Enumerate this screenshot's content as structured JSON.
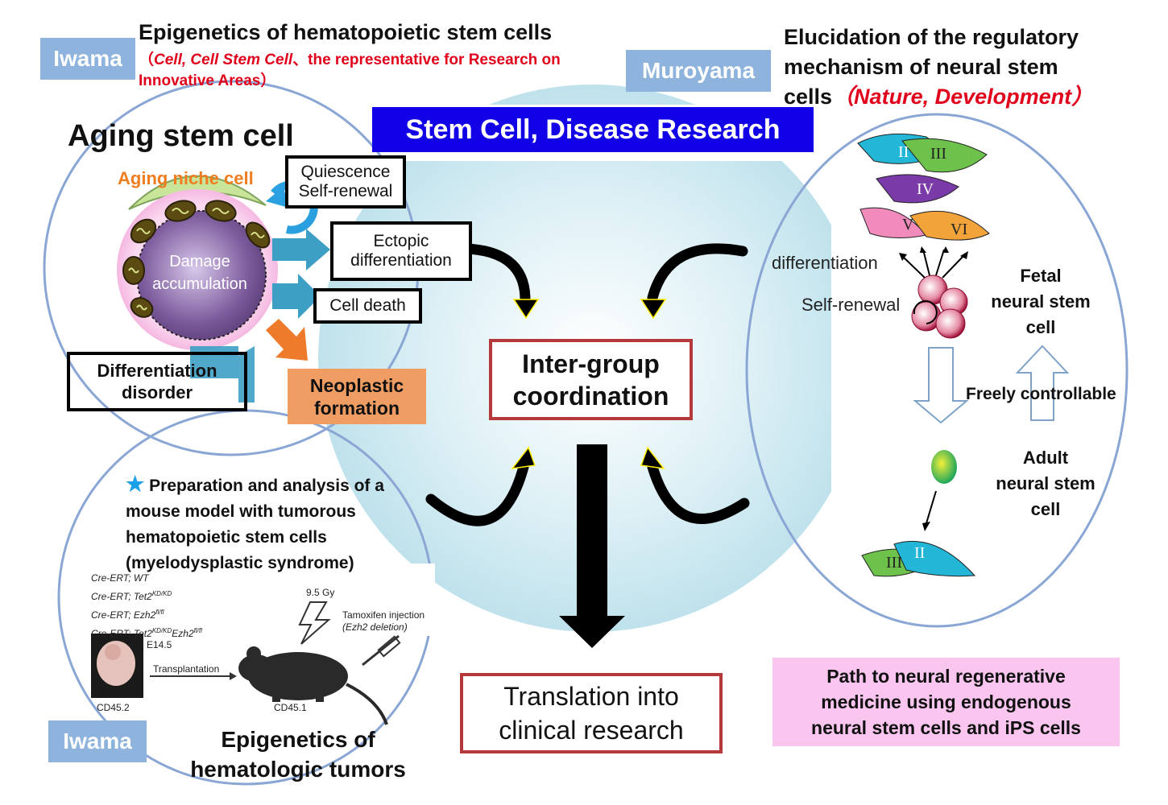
{
  "colors": {
    "tag_blue": "#8eb3dc",
    "title_banner": "#1200e6",
    "red_text": "#e0001b",
    "orange_text": "#f07d1f",
    "neoplastic_bg": "#ef9d62",
    "pink_box": "#fac6f0",
    "center_frame": "#b5393b"
  },
  "top_left": {
    "tag": "Iwama",
    "title": "Epigenetics of hematopoietic stem cells",
    "subtitle_open": "（",
    "subtitle_journals": "Cell, Cell Stem Cell",
    "subtitle_rest": "、the representative for Research on Innovative Areas）"
  },
  "top_right": {
    "tag": "Muroyama",
    "title_line1": "Elucidation of the regulatory",
    "title_line2": "mechanism of neural stem",
    "title_line3_prefix": "cells",
    "title_line3_journals": "（Nature, Development）"
  },
  "banner": "Stem Cell, Disease Research",
  "aging": {
    "title": "Aging stem cell",
    "niche": "Aging niche cell",
    "damage_line1": "Damage",
    "damage_line2": "accumulation",
    "quiescence_line1": "Quiescence",
    "quiescence_line2": "Self-renewal",
    "ectopic_line1": "Ectopic",
    "ectopic_line2": "differentiation",
    "cell_death": "Cell death",
    "diff_disorder_line1": "Differentiation",
    "diff_disorder_line2": "disorder",
    "neoplastic_line1": "Neoplastic",
    "neoplastic_line2": "formation"
  },
  "center": {
    "coordination_line1": "Inter-group",
    "coordination_line2": "coordination",
    "translation_line1": "Translation into",
    "translation_line2": "clinical research"
  },
  "neural": {
    "differentiation": "differentiation",
    "self_renewal": "Self-renewal",
    "fetal_line1": "Fetal",
    "fetal_line2": "neural stem",
    "fetal_line3": "cell",
    "freely": "Freely controllable",
    "adult_line1": "Adult",
    "adult_line2": "neural stem",
    "adult_line3": "cell",
    "cell_labels": [
      "II",
      "III",
      "IV",
      "V",
      "VI",
      "III",
      "II"
    ]
  },
  "path_box": {
    "line1": "Path to neural regenerative",
    "line2": "medicine using endogenous",
    "line3": "neural stem cells and iPS cells"
  },
  "mouse_model": {
    "star": "★",
    "line1": "Preparation and analysis of a",
    "line2": "mouse model with tumorous",
    "line3": "hematopoietic stem cells",
    "line4": "(myelodysplastic syndrome)",
    "genotypes": [
      {
        "base": "Cre-ERT; WT",
        "sup": ""
      },
      {
        "base": "Cre-ERT; Tet2",
        "sup": "KD/KD"
      },
      {
        "base": "Cre-ERT; Ezh2",
        "sup": "fl/fl"
      },
      {
        "base": "Cre-ERT; Tet2",
        "sup": "KD/KD",
        "base2": "Ezh2",
        "sup2": "fl/fl"
      }
    ],
    "e145": "E14.5",
    "transplantation": "Transplantation",
    "cd452": "CD45.2",
    "cd451": "CD45.1",
    "gy": "9.5 Gy",
    "tamoxifen_line1": "Tamoxifen injection",
    "tamoxifen_line2": "(Ezh2 deletion)"
  },
  "bottom_left": {
    "tag": "Iwama",
    "title_line1": "Epigenetics of",
    "title_line2": "hematologic tumors"
  }
}
